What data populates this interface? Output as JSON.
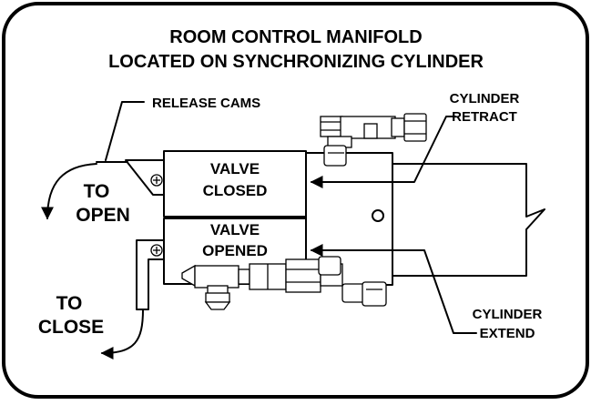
{
  "title": {
    "line1": "ROOM CONTROL MANIFOLD",
    "line2": "LOCATED ON SYNCHRONIZING CYLINDER"
  },
  "labels": {
    "release_cams": "RELEASE CAMS",
    "cylinder_retract_1": "CYLINDER",
    "cylinder_retract_2": "RETRACT",
    "cylinder_extend_1": "CYLINDER",
    "cylinder_extend_2": "EXTEND",
    "to_open_1": "TO",
    "to_open_2": "OPEN",
    "to_close_1": "TO",
    "to_close_2": "CLOSE",
    "valve_closed_1": "VALVE",
    "valve_closed_2": "CLOSED",
    "valve_opened_1": "VALVE",
    "valve_opened_2": "OPENED"
  }
}
